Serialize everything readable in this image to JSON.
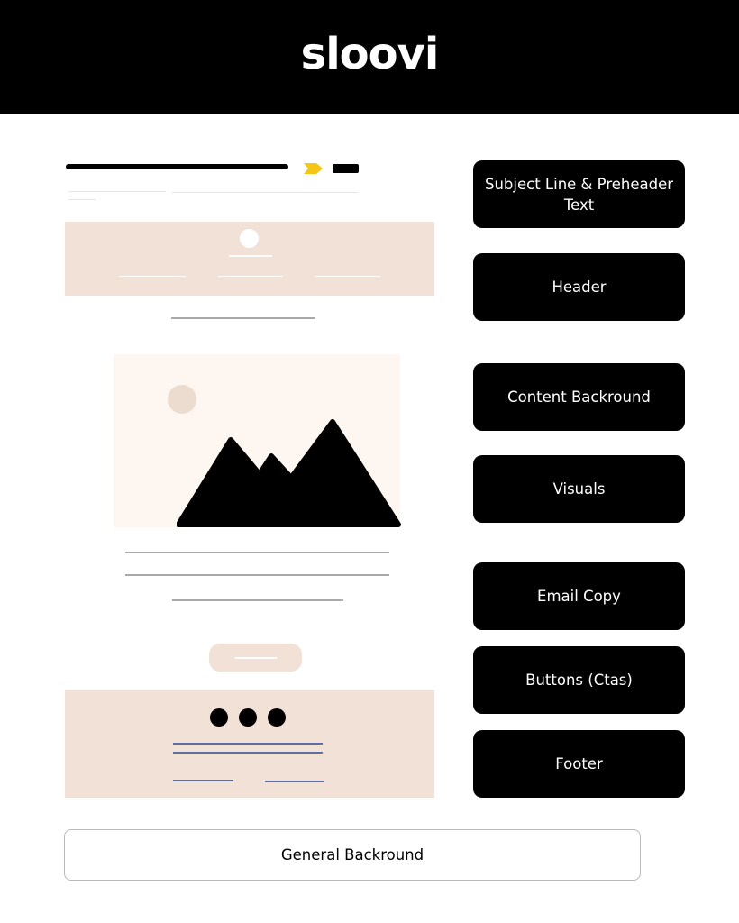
{
  "brand": {
    "logo": "sloovi"
  },
  "labels": {
    "subject_line": "Subject Line & Preheader Text",
    "header": "Header",
    "content_background": "Content Backround",
    "visuals": "Visuals",
    "email_copy": "Email Copy",
    "buttons": "Buttons (Ctas)",
    "footer": "Footer",
    "general_background": "General Backround"
  },
  "colors": {
    "section_peach": "#f2e1d7",
    "image_background": "#fdf6f1",
    "sun": "#ecdcd0",
    "arrow_accent": "#f5c518",
    "footer_links": "#5b6fa6"
  },
  "icons": [
    "arrow-icon",
    "sun-icon",
    "mountains-icon",
    "social-dot-icon"
  ]
}
